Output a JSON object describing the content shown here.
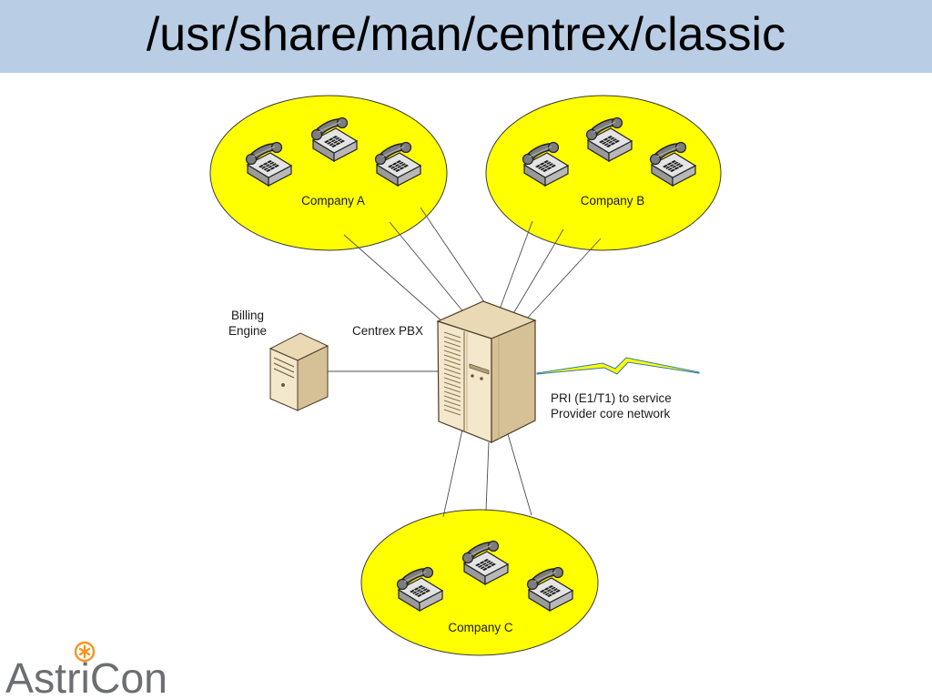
{
  "slide": {
    "title": "/usr/share/man/centrex/classic"
  },
  "diagram": {
    "companies": [
      {
        "label": "Company A"
      },
      {
        "label": "Company B"
      },
      {
        "label": "Company C"
      }
    ],
    "pbx": {
      "label": "Centrex PBX",
      "icon": "server-icon"
    },
    "billing": {
      "label_line1": "Billing",
      "label_line2": "Engine",
      "icon": "server-icon"
    },
    "trunk": {
      "label_line1": "PRI (E1/T1) to service",
      "label_line2": "Provider core network",
      "icon": "lightning-bolt-icon"
    },
    "endpoint_icon": "telephone-icon"
  },
  "logo": {
    "text": "AstriCon"
  },
  "colors": {
    "title_bar": "#b9cde5",
    "company_fill": "#ffff00",
    "bolt_fill": "#ffff00",
    "bolt_stroke": "#2e75b6",
    "server_front": "#f4e8cc",
    "logo_text": "#6d6e71",
    "logo_accent": "#f7941d"
  }
}
